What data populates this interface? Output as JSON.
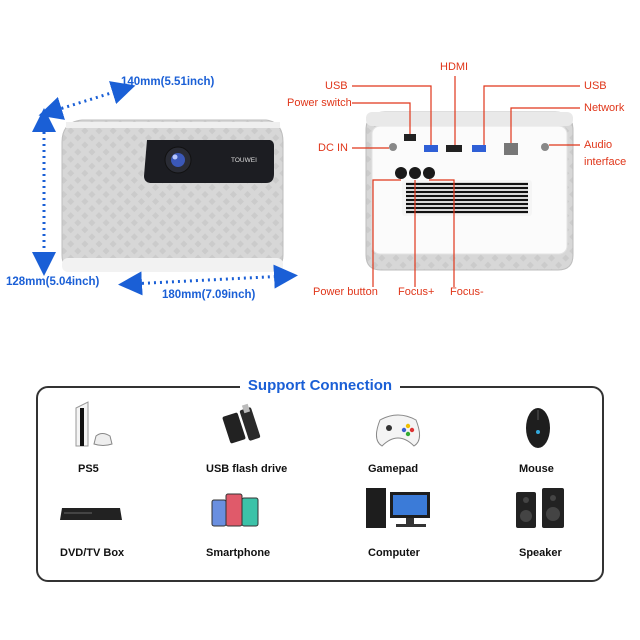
{
  "dimensions": {
    "depth": "140mm(5.51inch)",
    "height": "128mm(5.04inch)",
    "width": "180mm(7.09inch)"
  },
  "projector_brand": "TOUWEI",
  "ports": {
    "usb_left": "USB",
    "power_switch": "Power switch",
    "hdmi": "HDMI",
    "usb_right": "USB",
    "network": "Network",
    "dc_in": "DC IN",
    "audio": "Audio",
    "audio_2": "interface",
    "power_button": "Power button",
    "focus_plus": "Focus+",
    "focus_minus": "Focus-"
  },
  "support": {
    "title": "Support Connection",
    "devices": [
      {
        "label": "PS5",
        "icon": "ps5-icon"
      },
      {
        "label": "USB flash drive",
        "icon": "usb-drive-icon"
      },
      {
        "label": "Gamepad",
        "icon": "gamepad-icon"
      },
      {
        "label": "Mouse",
        "icon": "mouse-icon"
      },
      {
        "label": "DVD/TV Box",
        "icon": "dvd-box-icon"
      },
      {
        "label": "Smartphone",
        "icon": "smartphone-icon"
      },
      {
        "label": "Computer",
        "icon": "computer-icon"
      },
      {
        "label": "Speaker",
        "icon": "speaker-icon"
      }
    ]
  },
  "colors": {
    "dimension": "#1a5fd6",
    "callout": "#e0361a",
    "title": "#1a5fd6"
  }
}
